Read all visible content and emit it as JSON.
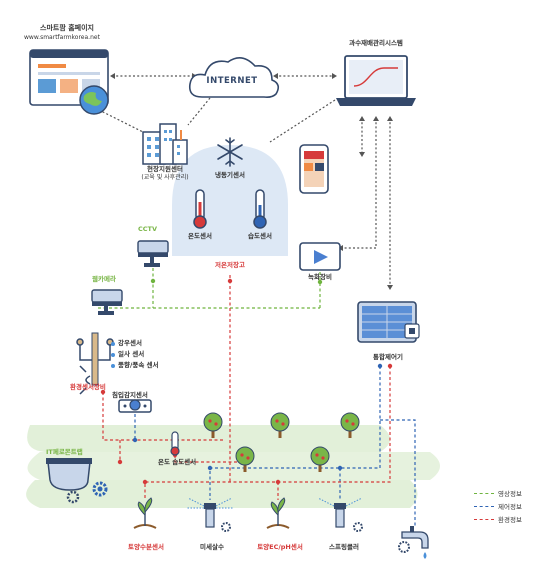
{
  "website": {
    "title": "스마트팜 홈페이지",
    "url": "www.smartfarmkorea.net"
  },
  "cloud_label": "INTERNET",
  "nodes": {
    "management_system": "과수재배관리시스템",
    "support_center": "현장지원센터",
    "support_center_sub": "(교육 및 사후관리)",
    "cold_sensor": "냉동기센서",
    "temp_sensor": "온도센서",
    "humid_sensor": "습도센서",
    "cold_storage": "저온저장고",
    "cctv": "CCTV",
    "web_camera": "웹카메라",
    "recorder": "녹화장비",
    "controller": "통합제어기",
    "rain_sensor": "강우센서",
    "solar_sensor": "일사 센서",
    "wind_sensor": "풍향/풍속 센서",
    "env_sensor_equipment": "환경센서장비",
    "intrusion_sensor": "침입감지센서",
    "it_trap": "IT페로몬트랩",
    "temp_humid_sensor": "온도 습도센서",
    "soil_moisture": "토양수분센서",
    "mist_spray": "미세살수",
    "soil_ec_ph": "토양EC/pH센서",
    "sprinkler": "스프링클러"
  },
  "legend": [
    {
      "label": "영상정보",
      "color": "#6fb43f"
    },
    {
      "label": "제어정보",
      "color": "#2f64b4"
    },
    {
      "label": "환경정보",
      "color": "#d63a3a"
    }
  ],
  "colors": {
    "hill": "#e4f1dc",
    "dome": "#dfe9f7",
    "video": "#6fb43f",
    "control": "#2f64b4",
    "env": "#d63a3a",
    "connector": "#555555"
  }
}
